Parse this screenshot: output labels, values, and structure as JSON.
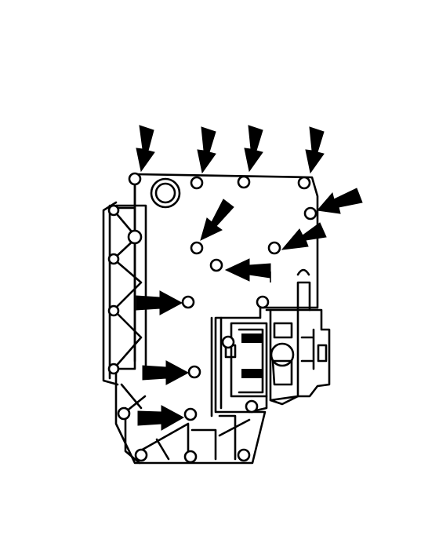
{
  "diagram": {
    "subject": "valve-body-cover-bolt-locations",
    "colors": {
      "line": "#000000",
      "background": "#ffffff"
    },
    "arrow_count": 12,
    "bolt_count": 22
  }
}
